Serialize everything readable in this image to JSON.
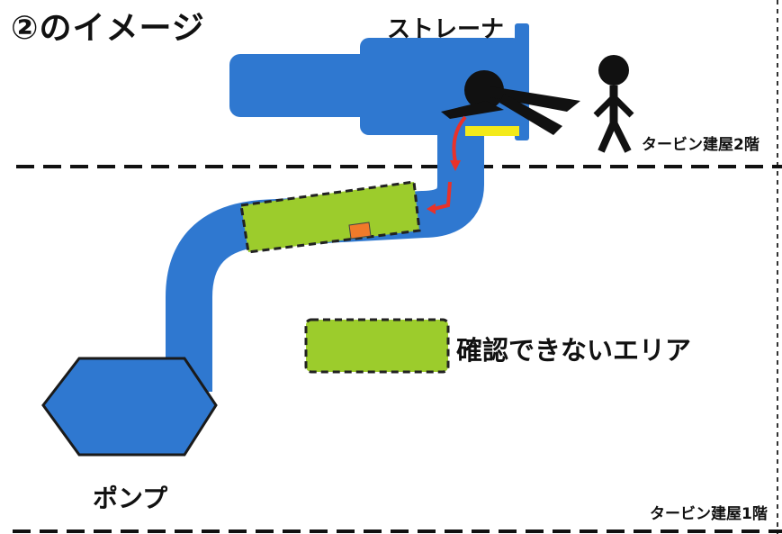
{
  "title": "②のイメージ",
  "strainer_label": "ストレーナ",
  "floor2_label": "タービン建屋2階",
  "floor1_label": "タービン建屋1階",
  "pump_label": "ポンプ",
  "legend_label": "確認できないエリア",
  "colors": {
    "pipe": "#2f78d0",
    "unconfirmed_area": "#9ccc2c",
    "flow_arrow": "#e8322a",
    "marker": "#f3ea1a",
    "flag": "#f07a2a",
    "person": "#111111"
  }
}
